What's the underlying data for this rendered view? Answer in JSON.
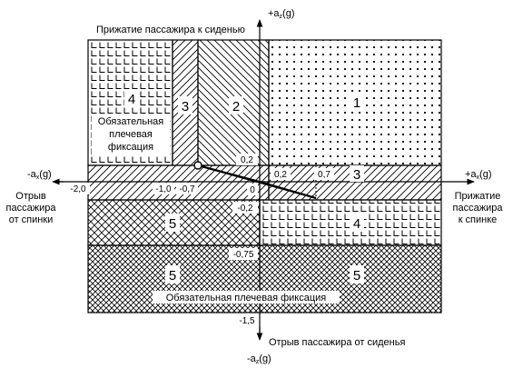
{
  "axes": {
    "y_positive": {
      "prefix": "+a",
      "sub": "z",
      "suffix": "(g)",
      "caption": "Прижатие пассажира к сиденью"
    },
    "y_negative": {
      "prefix": "-a",
      "sub": "z",
      "suffix": "(g)",
      "caption": "Отрыв пассажира от сиденья"
    },
    "x_positive": {
      "prefix": "+a",
      "sub": "x",
      "suffix": "(g)",
      "caption_lines": [
        "Прижатие",
        "пассажира",
        "к спинке"
      ]
    },
    "x_negative": {
      "prefix": "-a",
      "sub": "x",
      "suffix": "(g)",
      "caption_lines": [
        "Отрыв",
        "пассажира",
        "от спинки"
      ]
    }
  },
  "tick_labels": {
    "x_neg_2": "-2,0",
    "x_neg_1": "-1,0",
    "x_neg_07": "-0,7",
    "origin": "0",
    "x_pos_02": "0,2",
    "x_pos_07": "0,7",
    "z_pos_02": "0,2",
    "z_neg_02": "-0,2",
    "z_neg_075": "-0,75",
    "z_neg_15": "-1,5"
  },
  "zones": {
    "z1": "1",
    "z2": "2",
    "z3_top": "3",
    "z3_band": "3",
    "z4_left": "4",
    "z4_right": "4",
    "z5_mid": "5",
    "z5_bottom_left": "5",
    "z5_bottom_right": "5"
  },
  "notes": {
    "shoulder_fix_lines": [
      "Обязательная",
      "плечевая",
      "фиксация"
    ],
    "shoulder_fix_bottom": "Обязательная плечевая фиксация"
  }
}
